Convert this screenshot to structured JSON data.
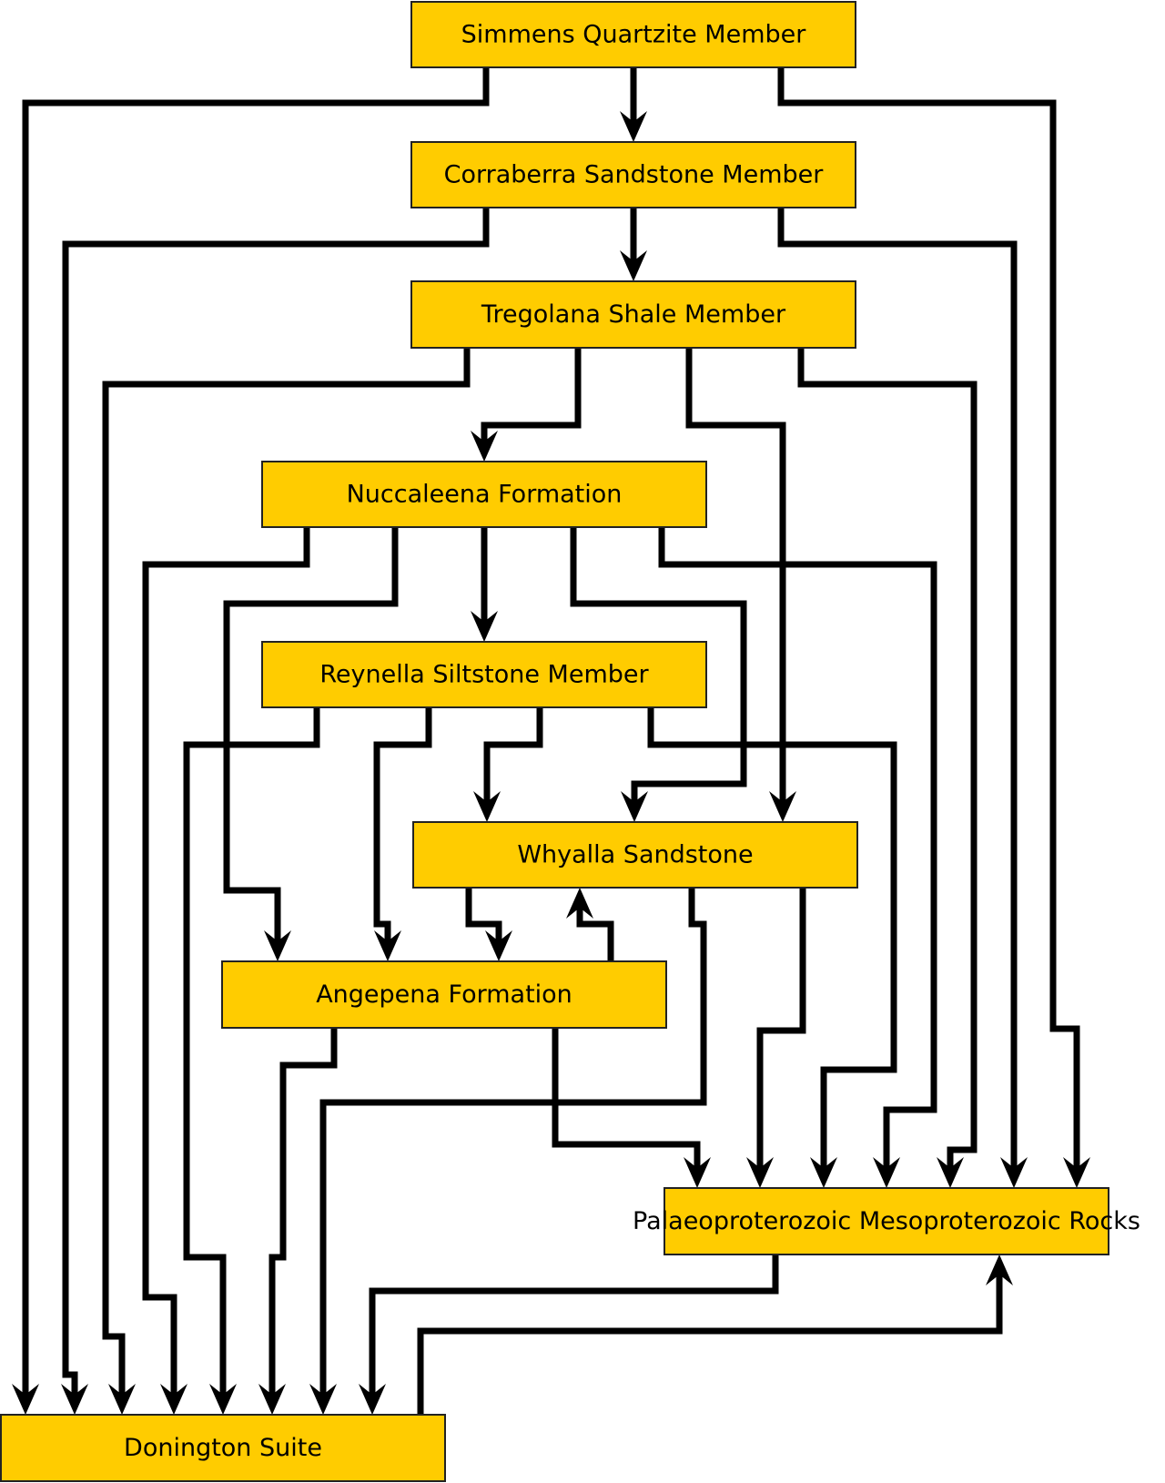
{
  "diagram": {
    "title": "",
    "colors": {
      "node_fill": "#ffcc00",
      "node_border": "#222222",
      "edge": "#000000",
      "text": "#000000"
    },
    "nodes": [
      {
        "id": "simmens",
        "label": "Simmens Quartzite Member"
      },
      {
        "id": "corraberra",
        "label": "Corraberra Sandstone Member"
      },
      {
        "id": "tregolana",
        "label": "Tregolana Shale Member"
      },
      {
        "id": "nuccaleena",
        "label": "Nuccaleena Formation"
      },
      {
        "id": "reynella",
        "label": "Reynella Siltstone Member"
      },
      {
        "id": "whyalla",
        "label": "Whyalla Sandstone"
      },
      {
        "id": "angepena",
        "label": "Angepena Formation"
      },
      {
        "id": "palaeo",
        "label": "Palaeoproterozoic Mesoproterozoic Rocks"
      },
      {
        "id": "donington",
        "label": "Donington Suite"
      }
    ],
    "edges": [
      {
        "from": "simmens",
        "to": "donington"
      },
      {
        "from": "simmens",
        "to": "corraberra"
      },
      {
        "from": "simmens",
        "to": "palaeo"
      },
      {
        "from": "corraberra",
        "to": "donington"
      },
      {
        "from": "corraberra",
        "to": "tregolana"
      },
      {
        "from": "corraberra",
        "to": "palaeo"
      },
      {
        "from": "tregolana",
        "to": "donington"
      },
      {
        "from": "tregolana",
        "to": "nuccaleena"
      },
      {
        "from": "tregolana",
        "to": "whyalla"
      },
      {
        "from": "tregolana",
        "to": "palaeo"
      },
      {
        "from": "nuccaleena",
        "to": "donington"
      },
      {
        "from": "nuccaleena",
        "to": "angepena"
      },
      {
        "from": "nuccaleena",
        "to": "reynella"
      },
      {
        "from": "nuccaleena",
        "to": "whyalla"
      },
      {
        "from": "nuccaleena",
        "to": "palaeo"
      },
      {
        "from": "reynella",
        "to": "donington"
      },
      {
        "from": "reynella",
        "to": "angepena"
      },
      {
        "from": "reynella",
        "to": "whyalla"
      },
      {
        "from": "reynella",
        "to": "palaeo"
      },
      {
        "from": "whyalla",
        "to": "angepena"
      },
      {
        "from": "angepena",
        "to": "whyalla"
      },
      {
        "from": "whyalla",
        "to": "donington"
      },
      {
        "from": "whyalla",
        "to": "palaeo"
      },
      {
        "from": "angepena",
        "to": "donington"
      },
      {
        "from": "angepena",
        "to": "palaeo"
      },
      {
        "from": "palaeo",
        "to": "donington"
      },
      {
        "from": "donington",
        "to": "palaeo"
      }
    ]
  }
}
